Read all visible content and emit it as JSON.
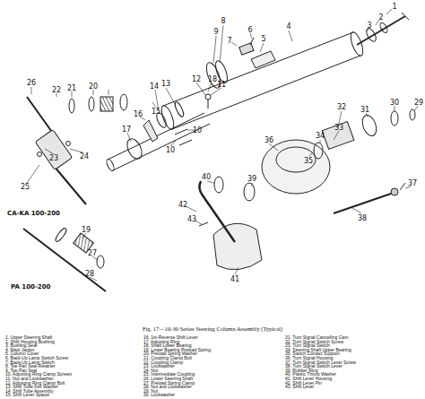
{
  "diagram": {
    "caption": "Fig. 17—10-30 Series Steering Column Assembly (Typical)",
    "labels": [
      "1",
      "2",
      "3",
      "4",
      "5",
      "6",
      "7",
      "8",
      "9",
      "10",
      "11",
      "12",
      "13",
      "14",
      "15",
      "16",
      "17",
      "18",
      "19",
      "20",
      "21",
      "22",
      "23",
      "24",
      "25",
      "26",
      "27",
      "28",
      "29",
      "30",
      "31",
      "32",
      "33",
      "34",
      "35",
      "36",
      "37",
      "38",
      "39",
      "40",
      "41",
      "42",
      "43",
      "10",
      "CA-KA 100-200",
      "PA 100-200",
      "1. Upper Steering Shaft",
      "2. Shift Housing Bushing",
      "3. Bushing Seat",
      "4. Mast Jacket",
      "5. Column Cover",
      "6. Back-Up Lamp Switch Screw",
      "7. Back-Up Lamp Switch",
      "8. Toe Pan Seal Retainer",
      "9. Toe Pan Seal",
      "10. Adjusting Ring Clamp Screws",
      "11. Nut and Lockwasher",
      "12. Adjusting Ring Clamp Bolt",
      "13. Shift Tube Felt Washer",
      "14. Shift Tube Assembly",
      "15. Shift Lever Spacer",
      "16. 1st-Reverse Shift Lever",
      "17. Adjusting Ring",
      "18. Shaft Lower Bearing",
      "19. Lower Bearing Preload Spring",
      "20. Preload Spring Washer",
      "21. Coupling Clamp Bolt",
      "22. Coupling Clamp",
      "23. Lockwasher",
      "24. Nut",
      "25. Intermediate Coupling",
      "26. Lower Steering Shaft",
      "27. Preload Spring Clamp",
      "28. Nut and Lockwasher",
      "29. Nut",
      "30. Lockwasher",
      "31. Turn Signal Cancelling Cam",
      "32. Turn Signal Switch Screw",
      "33. Turn Signal Switch",
      "34. Steering Shaft Upper Bearing",
      "35. Switch Contact Support",
      "36. Turn Signal Housing",
      "37. Turn Signal Switch Lever Screw",
      "38. Turn Signal Switch Lever",
      "39. Rubber Ring",
      "40. Plastic Thrust Washer",
      "41. Shift Lever Housing",
      "42. Shift Lever Pin",
      "43. Shift Lever"
    ]
  }
}
